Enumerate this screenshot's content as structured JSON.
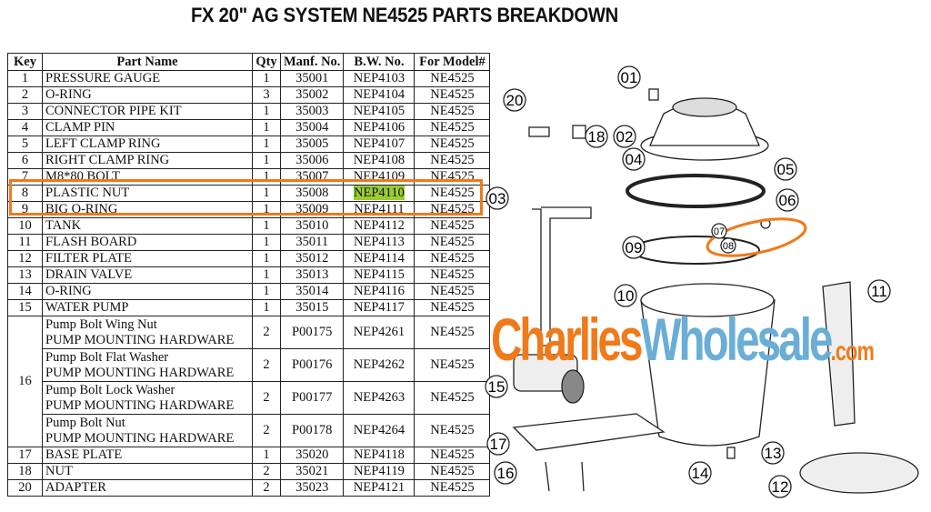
{
  "title": "FX 20\" AG SYSTEM NE4525 PARTS BREAKDOWN",
  "table": {
    "headers": [
      "Key",
      "Part Name",
      "Qty",
      "Manf. No.",
      "B.W. No.",
      "For Model#"
    ],
    "rows": [
      {
        "key": "1",
        "name": "PRESSURE GAUGE",
        "qty": "1",
        "manf": "35001",
        "bw": "NEP4103",
        "model": "NE4525"
      },
      {
        "key": "2",
        "name": "O-RING",
        "qty": "3",
        "manf": "35002",
        "bw": "NEP4104",
        "model": "NE4525"
      },
      {
        "key": "3",
        "name": "CONNECTOR PIPE KIT",
        "qty": "1",
        "manf": "35003",
        "bw": "NEP4105",
        "model": "NE4525"
      },
      {
        "key": "4",
        "name": "CLAMP PIN",
        "qty": "1",
        "manf": "35004",
        "bw": "NEP4106",
        "model": "NE4525"
      },
      {
        "key": "5",
        "name": "LEFT CLAMP RING",
        "qty": "1",
        "manf": "35005",
        "bw": "NEP4107",
        "model": "NE4525"
      },
      {
        "key": "6",
        "name": "RIGHT CLAMP RING",
        "qty": "1",
        "manf": "35006",
        "bw": "NEP4108",
        "model": "NE4525"
      },
      {
        "key": "7",
        "name": "M8*80 BOLT",
        "qty": "1",
        "manf": "35007",
        "bw": "NEP4109",
        "model": "NE4525"
      },
      {
        "key": "8",
        "name": "PLASTIC NUT",
        "qty": "1",
        "manf": "35008",
        "bw": "NEP4110",
        "model": "NE4525"
      },
      {
        "key": "9",
        "name": "BIG O-RING",
        "qty": "1",
        "manf": "35009",
        "bw": "NEP4111",
        "model": "NE4525"
      },
      {
        "key": "10",
        "name": "TANK",
        "qty": "1",
        "manf": "35010",
        "bw": "NEP4112",
        "model": "NE4525"
      },
      {
        "key": "11",
        "name": "FLASH BOARD",
        "qty": "1",
        "manf": "35011",
        "bw": "NEP4113",
        "model": "NE4525"
      },
      {
        "key": "12",
        "name": "FILTER PLATE",
        "qty": "1",
        "manf": "35012",
        "bw": "NEP4114",
        "model": "NE4525"
      },
      {
        "key": "13",
        "name": "DRAIN VALVE",
        "qty": "1",
        "manf": "35013",
        "bw": "NEP4115",
        "model": "NE4525"
      },
      {
        "key": "14",
        "name": "O-RING",
        "qty": "1",
        "manf": "35014",
        "bw": "NEP4116",
        "model": "NE4525"
      },
      {
        "key": "15",
        "name": "WATER PUMP",
        "qty": "1",
        "manf": "35015",
        "bw": "NEP4117",
        "model": "NE4525"
      }
    ],
    "group16": {
      "key": "16",
      "rows": [
        {
          "name": "Pump Bolt Wing Nut",
          "sub": "PUMP MOUNTING HARDWARE",
          "qty": "2",
          "manf": "P00175",
          "bw": "NEP4261",
          "model": "NE4525"
        },
        {
          "name": "Pump Bolt Flat Washer",
          "sub": "PUMP MOUNTING HARDWARE",
          "qty": "2",
          "manf": "P00176",
          "bw": "NEP4262",
          "model": "NE4525"
        },
        {
          "name": "Pump Bolt Lock Washer",
          "sub": "PUMP MOUNTING HARDWARE",
          "qty": "2",
          "manf": "P00177",
          "bw": "NEP4263",
          "model": "NE4525"
        },
        {
          "name": "Pump Bolt Nut",
          "sub": "PUMP MOUNTING HARDWARE",
          "qty": "2",
          "manf": "P00178",
          "bw": "NEP4264",
          "model": "NE4525"
        }
      ]
    },
    "tail_rows": [
      {
        "key": "17",
        "name": "BASE PLATE",
        "qty": "1",
        "manf": "35020",
        "bw": "NEP4118",
        "model": "NE4525"
      },
      {
        "key": "18",
        "name": "NUT",
        "qty": "2",
        "manf": "35021",
        "bw": "NEP4119",
        "model": "NE4525"
      },
      {
        "key": "20",
        "name": "ADAPTER",
        "qty": "2",
        "manf": "35023",
        "bw": "NEP4121",
        "model": "NE4525"
      }
    ],
    "highlighted_row_key": "8",
    "highlight_color": "#9acd32",
    "callout_color": "#f07a1a"
  },
  "diagram": {
    "callouts": [
      "01",
      "02",
      "03",
      "04",
      "05",
      "06",
      "07",
      "08",
      "09",
      "10",
      "11",
      "12",
      "13",
      "14",
      "15",
      "16",
      "17",
      "18",
      "20"
    ]
  },
  "watermark": {
    "part1": "Charlies",
    "part2": "Wholesale",
    "part3": ".com"
  }
}
